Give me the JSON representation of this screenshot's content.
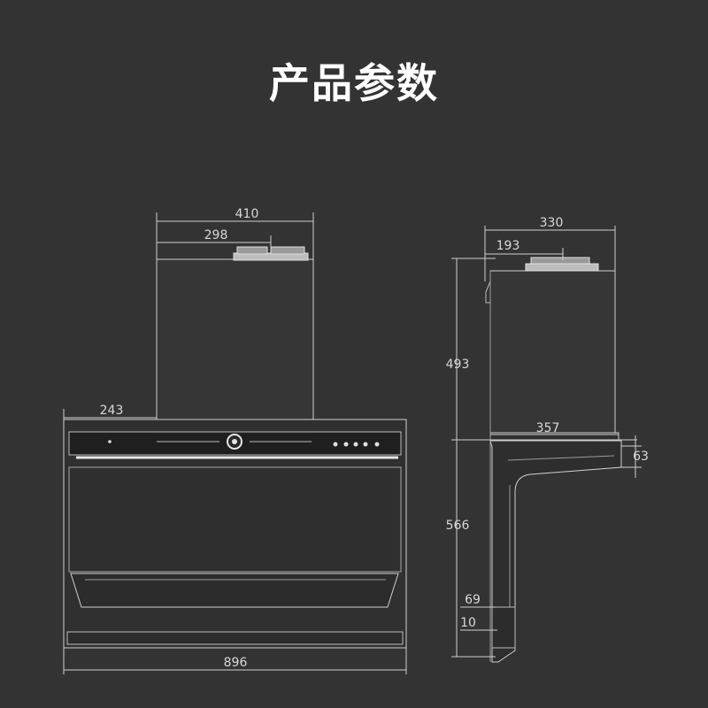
{
  "title": "产品参数",
  "front_view": {
    "top_width": "410",
    "outlet_offset": "298",
    "panel_offset": "243",
    "total_width": "896"
  },
  "side_view": {
    "top_depth": "330",
    "outlet_offset": "193",
    "upper_height": "493",
    "lower_height": "566",
    "body_depth": "357",
    "rim_height": "63",
    "detail_a": "69",
    "detail_b": "10"
  }
}
